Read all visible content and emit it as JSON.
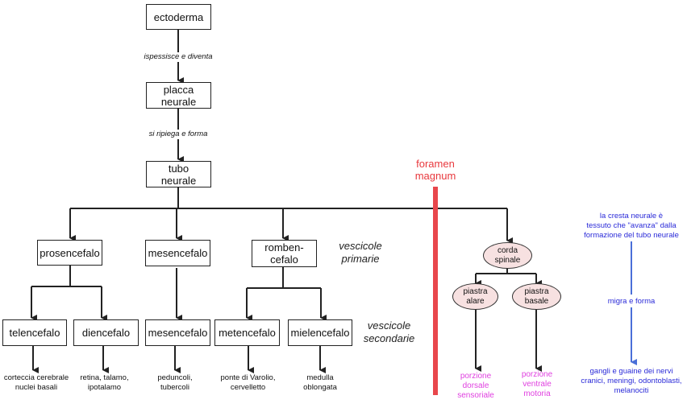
{
  "diagram": {
    "title": "Sviluppo del sistema nervoso",
    "top_chain": {
      "ectoderma": "ectoderma",
      "edge1": "ispessisce e diventa",
      "placca_line1": "placca",
      "placca_line2": "neurale",
      "edge2": "si ripiega e forma",
      "tubo_line1": "tubo",
      "tubo_line2": "neurale"
    },
    "primary_vesicles": {
      "label_line1": "vescicole",
      "label_line2": "primarie",
      "items": [
        "prosencefalo",
        "mesencefalo",
        "romben-",
        "cefalo"
      ]
    },
    "secondary_vesicles": {
      "label_line1": "vescicole",
      "label_line2": "secondarie",
      "items": [
        {
          "name": "telencefalo",
          "derivatives_line1": "corteccia cerebrale",
          "derivatives_line2": "nuclei basali"
        },
        {
          "name": "diencefalo",
          "derivatives_line1": "retina, talamo,",
          "derivatives_line2": "ipotalamo"
        },
        {
          "name": "mesencefalo",
          "derivatives_line1": "peduncoli,",
          "derivatives_line2": "tubercoli"
        },
        {
          "name": "metencefalo",
          "derivatives_line1": "ponte di Varolio,",
          "derivatives_line2": "cervelletto"
        },
        {
          "name": "mielencefalo",
          "derivatives_line1": "medulla",
          "derivatives_line2": "oblongata"
        }
      ]
    },
    "foramen": {
      "line1": "foramen",
      "line2": "magnum",
      "color": "#e8383d"
    },
    "spinal": {
      "corda_line1": "corda",
      "corda_line2": "spinale",
      "alare_line1": "piastra",
      "alare_line2": "alare",
      "basale_line1": "piastra",
      "basale_line2": "basale",
      "dorsal_line1": "porzione",
      "dorsal_line2": "dorsale",
      "dorsal_line3": "sensoriale",
      "ventral_line1": "porzione",
      "ventral_line2": "ventrale",
      "ventral_line3": "motoria",
      "ellipse_fill": "#f7e1e1",
      "output_color": "#e040e0"
    },
    "neural_crest": {
      "line1": "la cresta neurale è",
      "line2": "tessuto che \"avanza\" dalla",
      "line3": "formazione del tubo neurale",
      "edge": "migra e forma",
      "out_line1": "gangli e guaine dei nervi",
      "out_line2": "cranici, meningi, odontoblasti,",
      "out_line3": "melanociti",
      "color": "#2a2ad8",
      "line_color": "#4a6fd8"
    }
  }
}
